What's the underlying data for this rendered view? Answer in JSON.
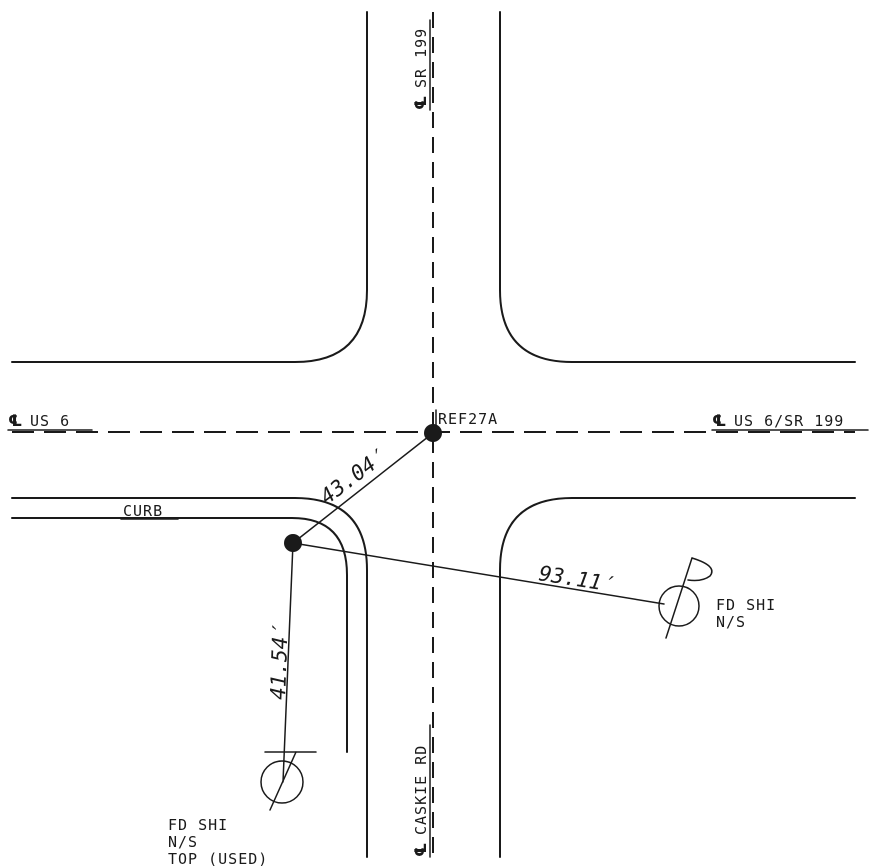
{
  "centerline_symbol": "℄",
  "labels": {
    "us6_left": "US 6",
    "us6_sr199_right": "US 6/SR 199",
    "sr199_top": "SR 199",
    "caskie_rd": "CASKIE RD",
    "ref_point": "REF27A",
    "curb": "CURB"
  },
  "dimensions": {
    "ref_to_curb_point": "43.04′",
    "curb_point_to_east_monument": "93.11′",
    "curb_point_to_south_monument": "41.54′"
  },
  "monuments": {
    "east": {
      "line1": "FD SHI",
      "line2": "N/S"
    },
    "south": {
      "line1": "FD SHI",
      "line2": "N/S",
      "line3": "TOP (USED)"
    }
  }
}
